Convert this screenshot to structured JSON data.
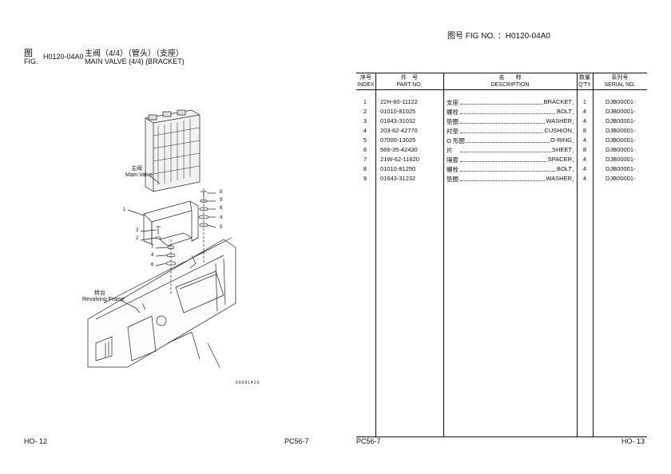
{
  "left_page": {
    "title_cn": "图",
    "title_fig": "FIG.",
    "fig_code": "H0120-04A0",
    "name_cn": "主阀（4/4）（管头）（支座）",
    "name_en": "MAIN VALVE (4/4) (BRACKET)",
    "labels": {
      "main_valve_cn": "主阀",
      "main_valve_en": "Main Valve",
      "revolving_frame_cn": "转台",
      "revolving_frame_en": "Revolving Frame",
      "drawing_code": "00081415"
    },
    "callouts": [
      "1",
      "2",
      "3",
      "4",
      "5",
      "6",
      "7",
      "8",
      "9"
    ]
  },
  "right_page": {
    "fig_label": "图号 FIG NO. ：H0120-04A0",
    "headers": {
      "index_cn": "序号",
      "index_en": "INDEX",
      "part_cn": "件　号",
      "part_en": "PART NO.",
      "desc_cn": "名　　称",
      "desc_en": "DESCRIPTION",
      "qty_cn": "数量",
      "qty_en": "Q'TY",
      "serial_cn": "系列号",
      "serial_en": "SERIAL NO."
    },
    "rows": [
      {
        "index": "1",
        "part": "22H-60-11122",
        "desc_cn": "支座",
        "desc_en": "BRACKET",
        "qty": "1",
        "serial": "DJB00001-"
      },
      {
        "index": "2",
        "part": "01010-81025",
        "desc_cn": "螺栓",
        "desc_en": "BOLT",
        "qty": "4",
        "serial": "DJB00001-"
      },
      {
        "index": "3",
        "part": "01643-31032",
        "desc_cn": "垫圈",
        "desc_en": "WASHER",
        "qty": "4",
        "serial": "DJB00001-"
      },
      {
        "index": "4",
        "part": "203-62-42770",
        "desc_cn": "衬垫",
        "desc_en": "CUSHION",
        "qty": "8",
        "serial": "DJB00001-"
      },
      {
        "index": "5",
        "part": "07000-13025",
        "desc_cn": "O 形圈",
        "desc_en": "O-RING",
        "qty": "4",
        "serial": "DJB00001-"
      },
      {
        "index": "6",
        "part": "566-35-42430",
        "desc_cn": "片",
        "desc_en": "SHEET",
        "qty": "8",
        "serial": "DJB00001-"
      },
      {
        "index": "7",
        "part": "21W-62-11620",
        "desc_cn": "隔套",
        "desc_en": "SPACER",
        "qty": "4",
        "serial": "DJB00001-"
      },
      {
        "index": "8",
        "part": "01010-81250",
        "desc_cn": "螺栓",
        "desc_en": "BOLT",
        "qty": "4",
        "serial": "DJB00001-"
      },
      {
        "index": "9",
        "part": "01643-31232",
        "desc_cn": "垫圈",
        "desc_en": "WASHER",
        "qty": "4",
        "serial": "DJB00001-"
      }
    ]
  },
  "footer": {
    "left_page_no": "HO- 12",
    "left_model": "PC56-7",
    "right_model": "PC56-7",
    "right_page_no": "HO- 13"
  }
}
